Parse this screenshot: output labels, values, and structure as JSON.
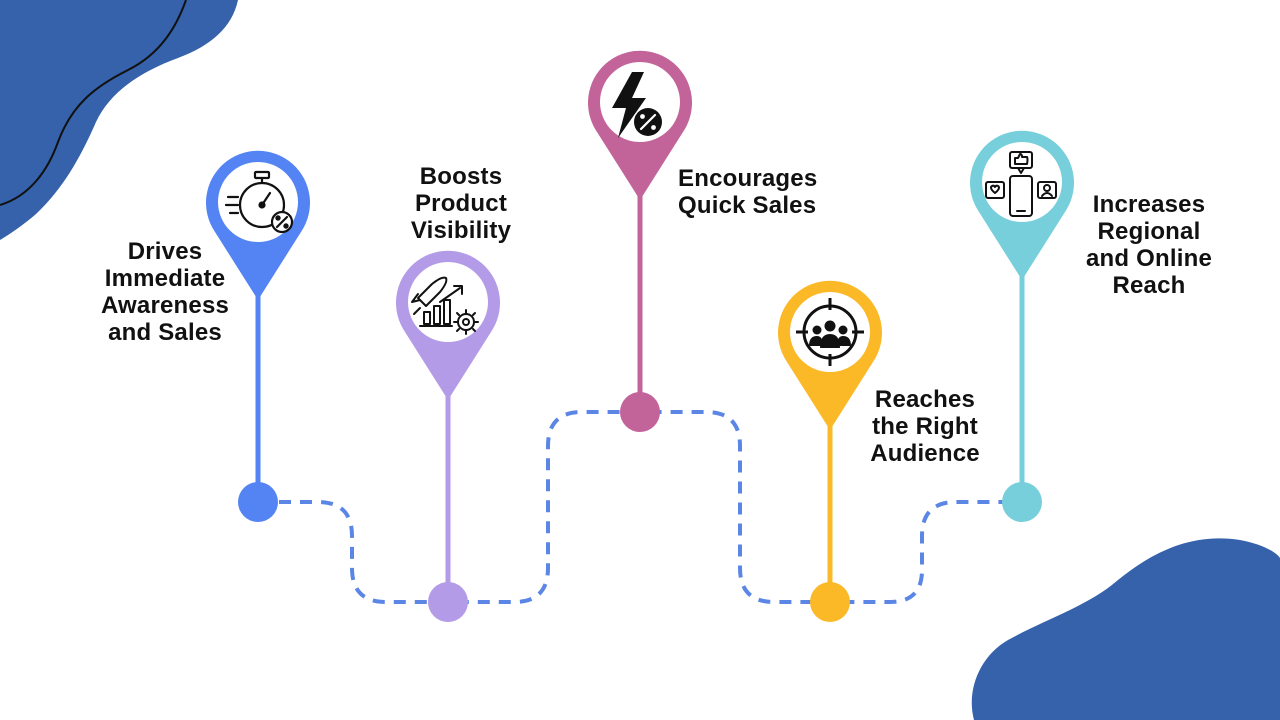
{
  "colors": {
    "blob": "#3562aa",
    "blob_line": "#111111",
    "path_dash": "#5b86e5",
    "text": "#111111"
  },
  "steps": [
    {
      "label": "Drives\nImmediate\nAwareness\nand Sales",
      "color": "#5484f4",
      "icon": "stopwatch-percent-icon"
    },
    {
      "label": "Boosts\nProduct\nVisibility",
      "color": "#b39be8",
      "icon": "rocket-growth-gear-icon"
    },
    {
      "label": "Encourages\nQuick Sales",
      "color": "#c2639a",
      "icon": "lightning-percent-icon"
    },
    {
      "label": "Reaches\nthe Right\nAudience",
      "color": "#fbb928",
      "icon": "target-audience-icon"
    },
    {
      "label": "Increases\nRegional\nand Online\nReach",
      "color": "#77cfdb",
      "icon": "mobile-social-icon"
    }
  ]
}
